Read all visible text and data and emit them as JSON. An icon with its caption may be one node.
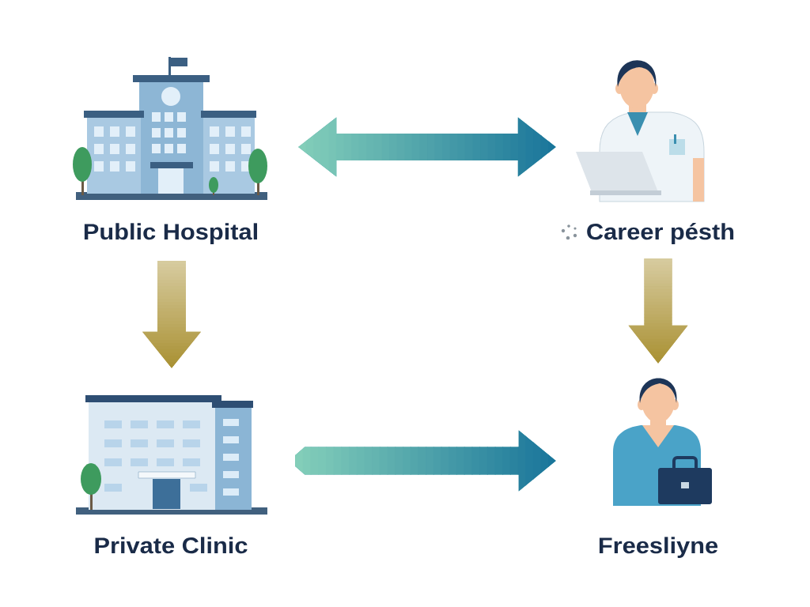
{
  "diagram": {
    "nodes": [
      {
        "text": [
          "Public Hospital"
        ]
      },
      {
        "text": [
          "Career pésth"
        ]
      },
      {
        "text": [
          "Private Clinic"
        ]
      },
      {
        "text": [
          "Freesliyne"
        ]
      }
    ],
    "edges": [
      {
        "from": 0,
        "to": 1,
        "arrow": "both"
      },
      {
        "from": 0,
        "to": 2,
        "arrow": "to",
        "color": "#a88f30"
      },
      {
        "from": 1,
        "to": 3,
        "arrow": "to",
        "color": "#a88f30"
      },
      {
        "from": 2,
        "to": 3,
        "arrow": "to"
      }
    ]
  }
}
